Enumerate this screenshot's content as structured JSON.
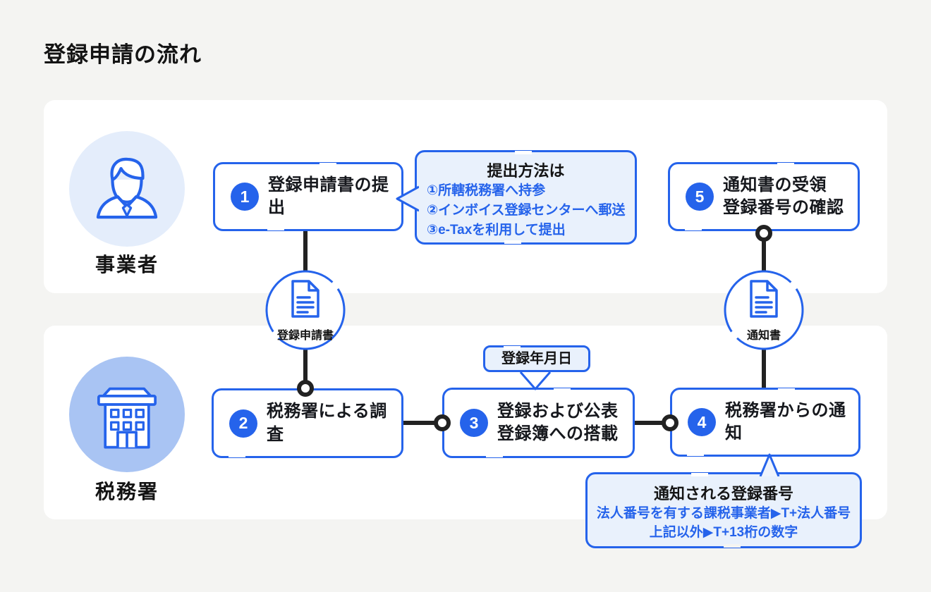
{
  "page": {
    "title": "登録申請の流れ"
  },
  "colors": {
    "accent_blue": "#2563EB",
    "callout_fill": "#E9F1FC",
    "avatar_business_fill": "#E4EDFB",
    "avatar_taxoffice_fill": "#A9C4F3",
    "connector_black": "#222222",
    "page_background": "#F4F4F2",
    "lane_background": "#FFFFFF"
  },
  "lanes": [
    {
      "label": "事業者",
      "icon": "businessperson-icon"
    },
    {
      "label": "税務署",
      "icon": "tax-office-building-icon"
    }
  ],
  "steps": [
    {
      "number": "1",
      "line1": "登録申請書の提出"
    },
    {
      "number": "2",
      "line1": "税務署による調査"
    },
    {
      "number": "3",
      "line1": "登録および公表",
      "line2": "登録簿への搭載"
    },
    {
      "number": "4",
      "line1": "税務署からの通知"
    },
    {
      "number": "5",
      "line1": "通知書の受領",
      "line2": "登録番号の確認"
    }
  ],
  "callouts": {
    "methods": {
      "title": "提出方法は",
      "item1": "①所轄税務署へ持参",
      "item2": "②インボイス登録センターへ郵送",
      "item3": "③e-Taxを利用して提出"
    },
    "registration_date": {
      "label": "登録年月日"
    },
    "registration_number": {
      "title": "通知される登録番号",
      "item1": "法人番号を有する課税事業者▶T+法人番号",
      "item2": "上記以外▶T+13桁の数字"
    }
  },
  "documents": [
    {
      "label": "登録申請書",
      "icon": "document-icon"
    },
    {
      "label": "通知書",
      "icon": "document-icon"
    }
  ]
}
